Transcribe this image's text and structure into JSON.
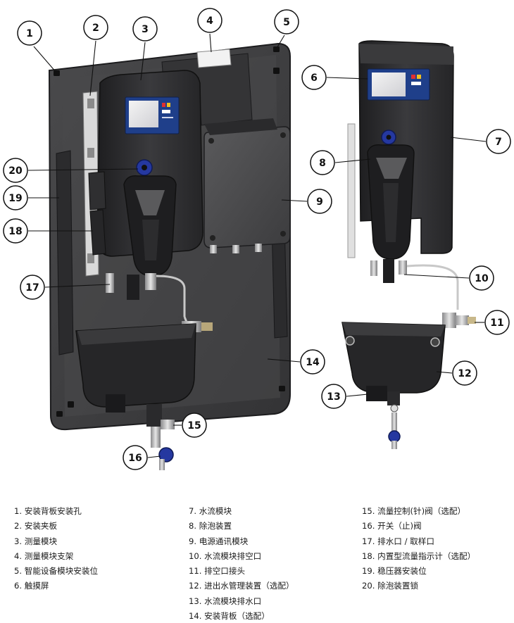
{
  "callouts": [
    "1",
    "2",
    "3",
    "4",
    "5",
    "6",
    "7",
    "8",
    "9",
    "10",
    "11",
    "12",
    "13",
    "14",
    "15",
    "16",
    "17",
    "18",
    "19",
    "20"
  ],
  "legend": {
    "col1": [
      "1.  安装背板安装孔",
      "2.  安装夹板",
      "3.  测量模块",
      "4.  测量模块支架",
      "5.  智能设备模块安装位",
      "6.  触摸屏"
    ],
    "col2": [
      "7.  水流模块",
      "8.  除泡装置",
      "9.  电源通讯模块",
      "10.  水流模块排空口",
      "11.  排空口接头",
      "12.  进出水管理装置（选配）",
      "13.  水流模块排水口",
      "14.  安装背板（选配）"
    ],
    "col3": [
      "15.  流量控制(针)阀（选配）",
      "16.  开关（止)阀",
      "17.  排水口 / 取样口",
      "18.  内置型流量指示计（选配）",
      "19.  稳压器安装位",
      "20.  除泡装置锁"
    ]
  },
  "colors": {
    "panel": "#3b3b3d",
    "panel_edge": "#222224",
    "module": "#2a2a2c",
    "screen_frame": "#1f3f8a",
    "valve_blue": "#2538a0",
    "brass": "#c8b88a"
  }
}
